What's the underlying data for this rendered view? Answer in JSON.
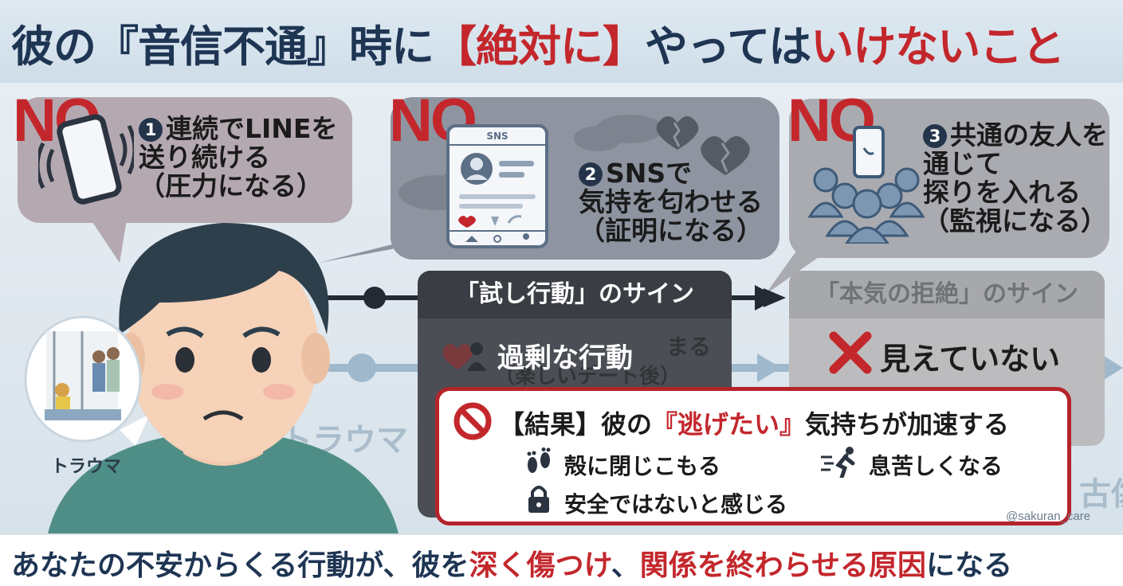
{
  "header": {
    "title_part1": "彼の『音信不通』時に",
    "title_part2": "【絶対に】",
    "title_part3": "やっては",
    "title_part4": "いけないこと"
  },
  "bubbles": [
    {
      "no": "NO",
      "number": "1",
      "lines": [
        "連続でLINEを",
        "送り続ける",
        "（圧力になる）"
      ]
    },
    {
      "no": "NO",
      "number": "2",
      "sns_label": "SNS",
      "lines": [
        "SNSで",
        "気持を匂わせる",
        "（証明になる）"
      ]
    },
    {
      "no": "NO",
      "number": "3",
      "lines": [
        "共通の友人を",
        "通じて",
        "探りを入れる",
        "（監視になる）"
      ]
    }
  ],
  "trauma": {
    "label": "トラウマ",
    "watermark": "トラウマ",
    "right_watermark": "古傷"
  },
  "test_sign": {
    "heading": "「試し行動」のサイン",
    "ghost_line1": "まる",
    "ghost_line2": "（楽しいデート後）",
    "main": "過剰な行動"
  },
  "real_sign": {
    "heading": "「本気の拒絶」のサイン",
    "main": "見えていない"
  },
  "result": {
    "title_prefix": "【結果】彼の",
    "title_highlight": "『逃げたい』",
    "title_suffix": "気持ちが加速する",
    "items": [
      "殻に閉じこもる",
      "息苦しくなる",
      "安全ではないと感じる"
    ]
  },
  "credit": "@sakuran_care",
  "footer": {
    "part1": "あなたの不安からくる行動が、彼を",
    "part2": "深く傷つけ",
    "part3": "、",
    "part4": "関係を終わらせる原因",
    "part5": "になる"
  },
  "colors": {
    "accent_red": "#c3272c",
    "navy": "#1e3553"
  }
}
